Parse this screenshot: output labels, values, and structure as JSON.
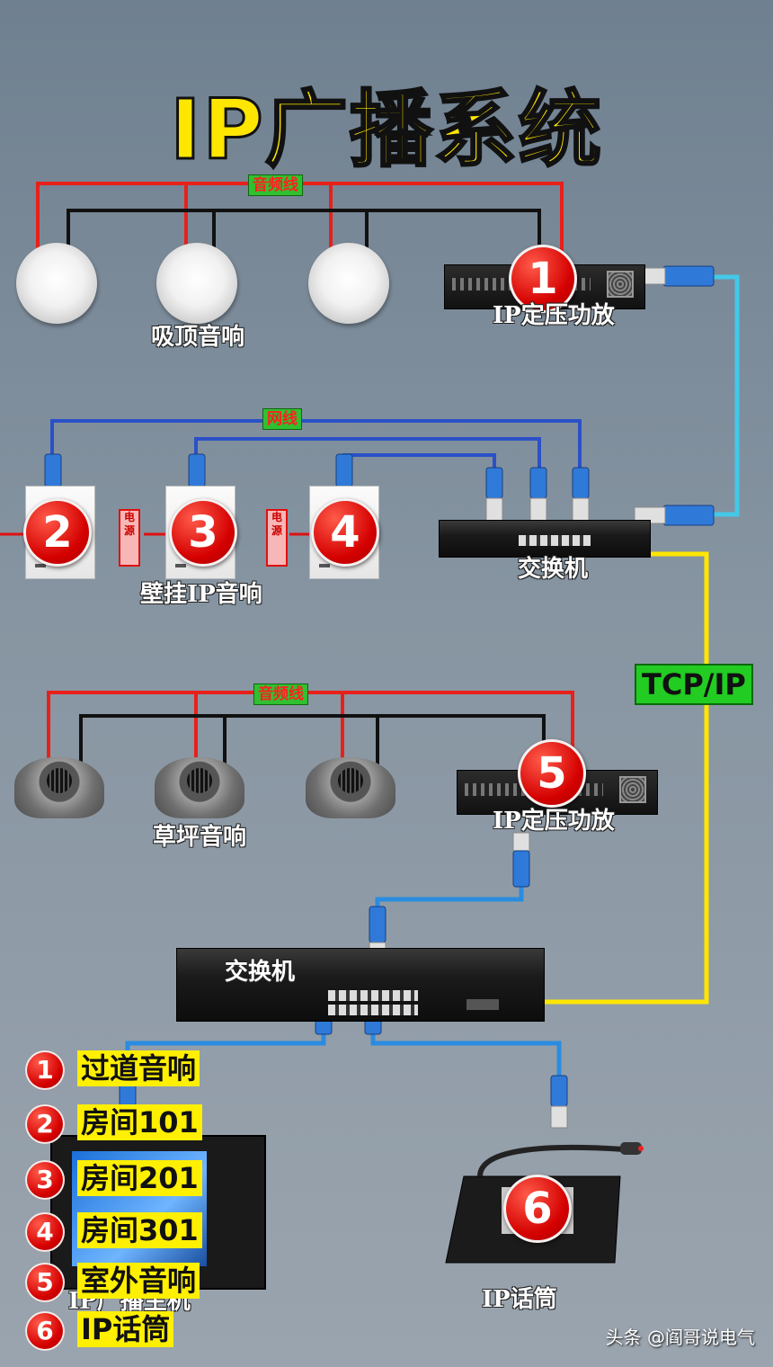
{
  "title": "IP广播系统",
  "tags": {
    "audio_line_top": "音频线",
    "network_line": "网线",
    "audio_line_mid": "音频线"
  },
  "labels": {
    "ceiling_speaker": "吸顶音响",
    "amp_1": "IP定压功放",
    "wall_speaker": "壁挂IP音响",
    "switch_1": "交换机",
    "lawn_speaker": "草坪音响",
    "amp_5": "IP定压功放",
    "switch_2": "交换机",
    "host": "IP广播主机",
    "mic": "IP话筒",
    "tcp": "TCP/IP"
  },
  "badges": [
    "1",
    "2",
    "3",
    "4",
    "5",
    "6"
  ],
  "power_label": "电源",
  "legend": [
    {
      "n": "1",
      "text": "过道音响"
    },
    {
      "n": "2",
      "text": "房间101"
    },
    {
      "n": "3",
      "text": "房间201"
    },
    {
      "n": "4",
      "text": "房间301"
    },
    {
      "n": "5",
      "text": "室外音响"
    },
    {
      "n": "6",
      "text": "IP话筒"
    }
  ],
  "watermark": "头条 @阎哥说电气",
  "colors": {
    "audio": "#e8201a",
    "black": "#111111",
    "network": "#2b50c8",
    "uplink": "#44c8e8",
    "tcp": "#ffe600",
    "lan": "#2a8ce0"
  }
}
